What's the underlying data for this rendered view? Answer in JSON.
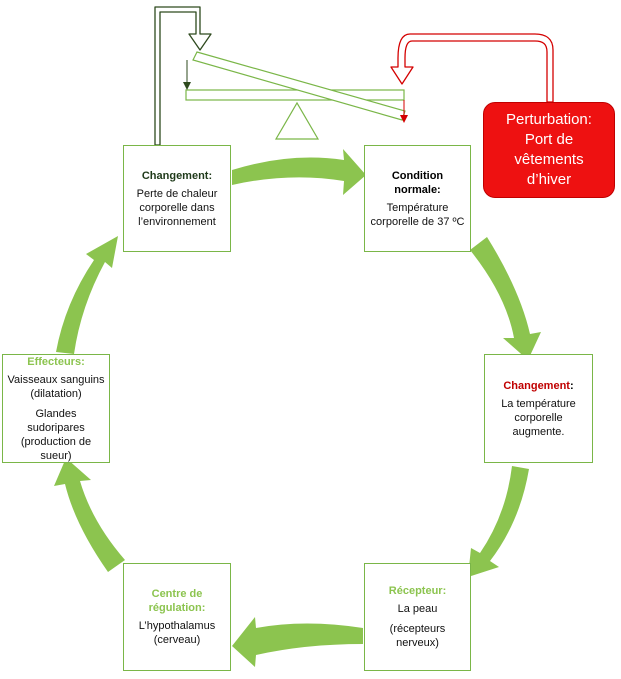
{
  "colors": {
    "cycle_arrow": "#8cc44f",
    "box_border": "#7ab648",
    "perturbation_fill": "#ee1111",
    "perturbation_arrow": "#d40000",
    "lever_border": "#2e7d32"
  },
  "perturbation": {
    "line1": "Perturbation:",
    "line2": "Port de",
    "line3": "vêtements",
    "line4": "d’hiver"
  },
  "condition_normale": {
    "title": "Condition normale:",
    "text": "Température corporelle de 37 ºC"
  },
  "changement_augmente": {
    "title": "Changement",
    "colon": ":",
    "text": "La température corporelle augmente."
  },
  "recepteur": {
    "title": "Récepteur:",
    "line1": "La peau",
    "line2": "(récepteurs nerveux)"
  },
  "centre_regulation": {
    "title": "Centre de régulation:",
    "text": "L’hypothalamus (cerveau)"
  },
  "effecteurs": {
    "title": "Effecteurs:",
    "item1": "Vaisseaux sanguins (dilatation)",
    "item2": "Glandes sudoripares (production de sueur)"
  },
  "changement_perte": {
    "title": "Changement",
    "colon": ":",
    "text": "Perte de chaleur corporelle dans l’environnement"
  }
}
